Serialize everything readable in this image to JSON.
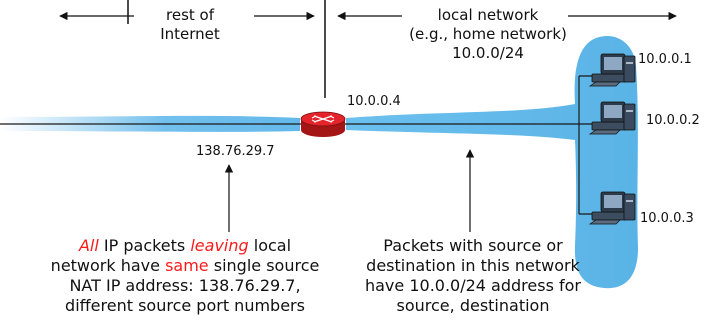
{
  "regions": {
    "left_label_line1": "rest of",
    "left_label_line2": "Internet",
    "right_label_line1": "local network",
    "right_label_line2": "(e.g., home network)",
    "right_label_line3": "10.0.0/24"
  },
  "addresses": {
    "router_lan": "10.0.0.4",
    "router_wan": "138.76.29.7",
    "host1": "10.0.0.1",
    "host2": "10.0.0.2",
    "host3": "10.0.0.3"
  },
  "captions": {
    "left": {
      "w1": "All",
      "w2": " IP packets ",
      "w3": "leaving",
      "w4": " local",
      "line2_a": "network have ",
      "line2_red": "same",
      "line2_b": " single source",
      "line3": "NAT IP address: 138.76.29.7,",
      "line4": "different source port numbers"
    },
    "right": {
      "line1": "Packets with source or",
      "line2": "destination in this network",
      "line3": "have 10.0.0/24 address for",
      "line4": "source, destination"
    }
  },
  "colors": {
    "network_blue": "#63b9eb",
    "router_red": "#e4242b",
    "emphasis_red": "#ff1a1a"
  }
}
